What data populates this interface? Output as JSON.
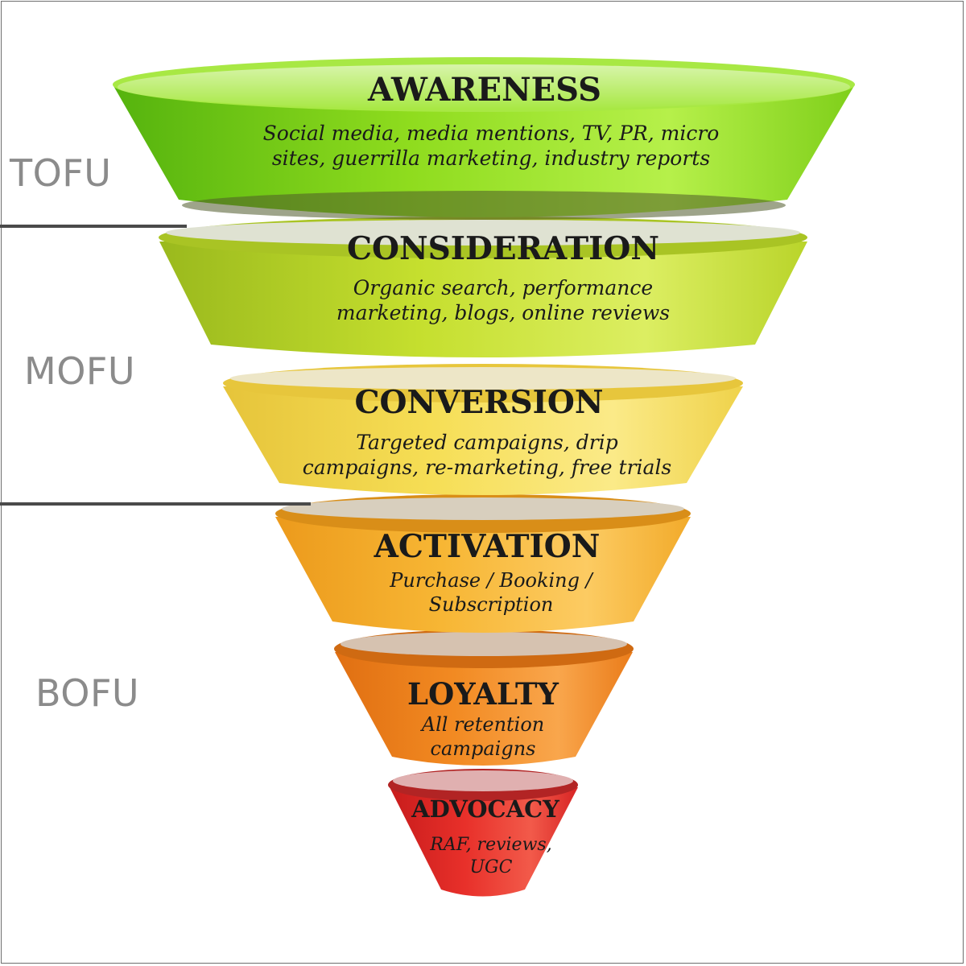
{
  "stages": {
    "tofu": "TOFU",
    "mofu": "MOFU",
    "bofu": "BOFU"
  },
  "segments": [
    {
      "title": "AWARENESS",
      "description": "Social media, media mentions, TV, PR, micro sites, guerrilla marketing, industry reports",
      "color": "#8fdc1e"
    },
    {
      "title": "CONSIDERATION",
      "description": "Organic search, performance marketing, blogs, online reviews",
      "color": "#c3df2f"
    },
    {
      "title": "CONVERSION",
      "description": "Targeted campaigns, drip campaigns, re-marketing, free trials",
      "color": "#f2d84a"
    },
    {
      "title": "ACTIVATION",
      "description": "Purchase / Booking / Subscription",
      "color": "#f6b12e"
    },
    {
      "title": "LOYALTY",
      "description": "All retention campaigns",
      "color": "#f2871f"
    },
    {
      "title": "ADVOCACY",
      "description": "RAF, reviews, UGC",
      "color": "#e8302a"
    }
  ]
}
